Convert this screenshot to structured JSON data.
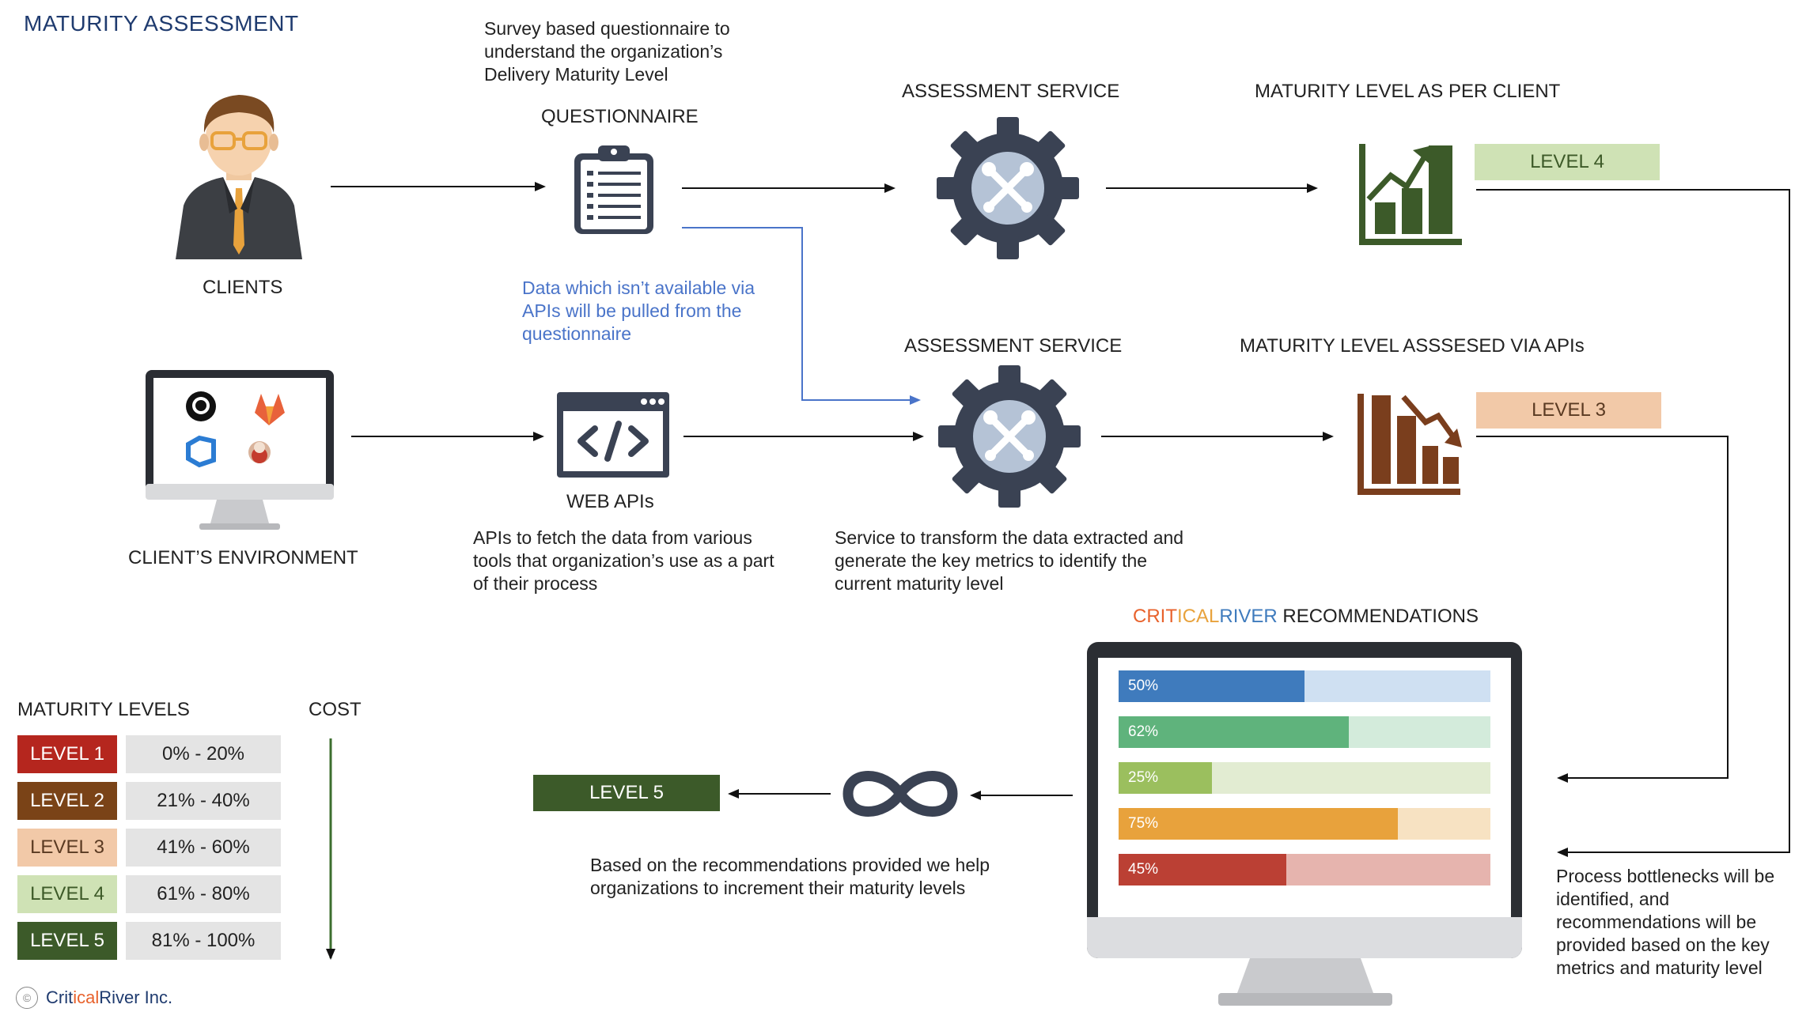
{
  "title": "MATURITY ASSESSMENT",
  "survey_note": "Survey based questionnaire to understand the organization’s Delivery Maturity Level",
  "questionnaire_label": "QUESTIONNAIRE",
  "assessment_service_top": "ASSESSMENT SERVICE",
  "assessment_service_bottom": "ASSESSMENT SERVICE",
  "maturity_per_client_label": "MATURITY LEVEL AS PER CLIENT",
  "maturity_via_apis_label": "MATURITY LEVEL ASSSESED VIA APIs",
  "clients_label": "CLIENTS",
  "client_env_label": "CLIENT’S ENVIRONMENT",
  "web_apis_label": "WEB APIs",
  "data_note": "Data which isn’t available via APIs will be pulled from the questionnaire",
  "apis_note": "APIs to fetch the data from various tools that organization’s use as a part of their process",
  "service_note": "Service to transform the data extracted and generate the key metrics to identify the current maturity level",
  "client_level": "LEVEL 4",
  "api_level": "LEVEL 3",
  "target_level": "LEVEL 5",
  "recommendations": {
    "brand_parts": [
      "CRIT",
      "ICAL",
      "RIVER"
    ],
    "suffix": " RECOMMENDATIONS",
    "bars": [
      {
        "label": "50%",
        "value": 0.5,
        "color": "#3f7bbd",
        "track": "#cfe0f2"
      },
      {
        "label": "62%",
        "value": 0.62,
        "color": "#5fb37c",
        "track": "#d3ebdb"
      },
      {
        "label": "25%",
        "value": 0.25,
        "color": "#9bbf5e",
        "track": "#e2ecd2"
      },
      {
        "label": "75%",
        "value": 0.75,
        "color": "#e8a23c",
        "track": "#f7e2c2"
      },
      {
        "label": "45%",
        "value": 0.45,
        "color": "#bb4034",
        "track": "#e6b4ae"
      }
    ]
  },
  "recommend_note": "Based on the recommendations provided we help organizations to increment their maturity levels",
  "bottleneck_note": "Process bottlenecks will be identified, and recommendations will be provided based on the key metrics and maturity level",
  "legend": {
    "heading": "MATURITY LEVELS",
    "cost_label": "COST",
    "rows": [
      {
        "level": "LEVEL 1",
        "range": "0% - 20%",
        "bg": "#b5261e",
        "fg": "#ffffff"
      },
      {
        "level": "LEVEL 2",
        "range": "21% - 40%",
        "bg": "#7a4317",
        "fg": "#ffffff"
      },
      {
        "level": "LEVEL 3",
        "range": "41% - 60%",
        "bg": "#f2c9a8",
        "fg": "#5a3a22"
      },
      {
        "level": "LEVEL 4",
        "range": "61% - 80%",
        "bg": "#cfe2b5",
        "fg": "#3d5a28"
      },
      {
        "level": "LEVEL 5",
        "range": "81% - 100%",
        "bg": "#3c5a29",
        "fg": "#ffffff"
      }
    ]
  },
  "brand_footer": {
    "pre": "Crit",
    "mid": "ical",
    "post": "River Inc."
  },
  "colors": {
    "navy": "#3a4253",
    "green_dark": "#3c5a29",
    "brown": "#7a3e1d",
    "blue_line": "#4a74c9"
  }
}
